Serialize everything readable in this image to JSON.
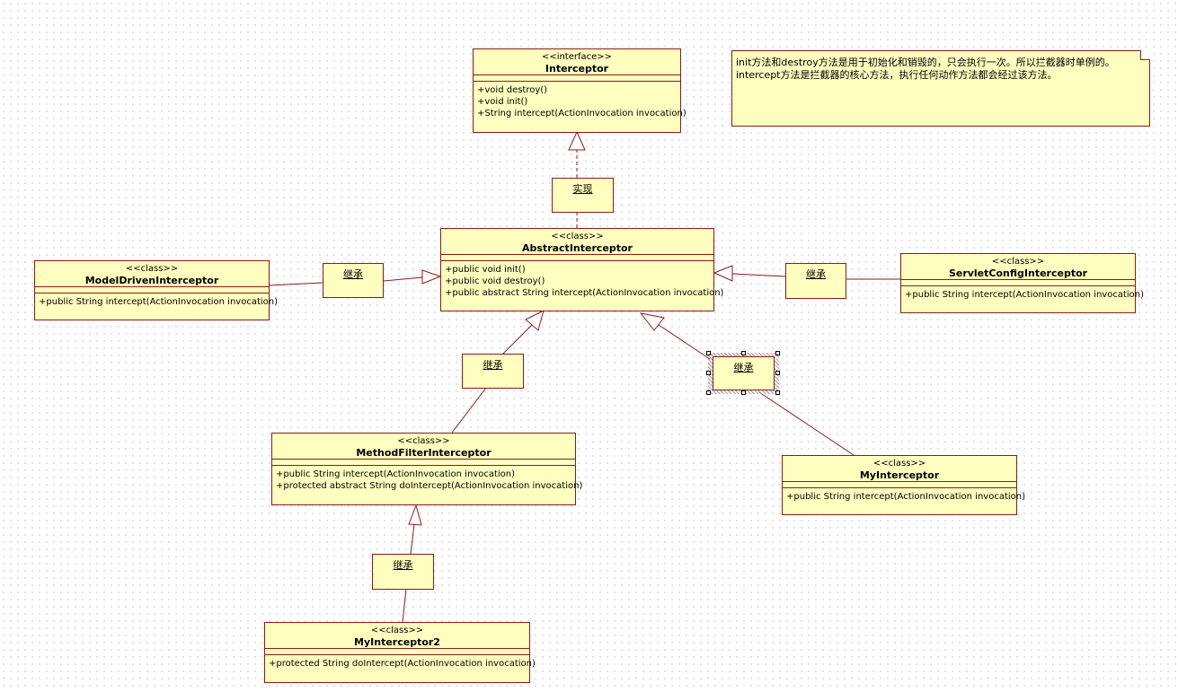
{
  "note": {
    "line1": "init方法和destroy方法是用于初始化和销毁的，只会执行一次。所以拦截器时单例的。",
    "line2": "intercept方法是拦截器的核心方法，执行任何动作方法都会经过该方法。"
  },
  "classes": {
    "interceptor": {
      "stereotype": "<<interface>>",
      "name": "Interceptor",
      "ops": [
        "+void destroy()",
        "+void init()",
        "+String intercept(ActionInvocation invocation)"
      ]
    },
    "abstract": {
      "stereotype": "<<class>>",
      "name": "AbstractInterceptor",
      "ops": [
        "+public void init()",
        "+public void destroy()",
        "+public abstract String intercept(ActionInvocation invocation)"
      ]
    },
    "modeldriven": {
      "stereotype": "<<class>>",
      "name": "ModelDrivenInterceptor",
      "ops": [
        "+public String intercept(ActionInvocation invocation)"
      ]
    },
    "servletconfig": {
      "stereotype": "<<class>>",
      "name": "ServletConfigInterceptor",
      "ops": [
        "+public String intercept(ActionInvocation invocation)"
      ]
    },
    "methodfilter": {
      "stereotype": "<<class>>",
      "name": "MethodFilterInterceptor",
      "ops": [
        "+public String intercept(ActionInvocation invocation)",
        "+protected abstract String doIntercept(ActionInvocation invocation)"
      ]
    },
    "my": {
      "stereotype": "<<class>>",
      "name": "MyInterceptor",
      "ops": [
        "+public String intercept(ActionInvocation invocation)"
      ]
    },
    "my2": {
      "stereotype": "<<class>>",
      "name": "MyInterceptor2",
      "ops": [
        "+protected String doIntercept(ActionInvocation invocation)"
      ]
    }
  },
  "labels": {
    "realize": "实现",
    "inherit_left": "继承",
    "inherit_right": "继承",
    "inherit_mid": "继承",
    "inherit_sel": "继承",
    "inherit_bottom": "继承"
  },
  "colors": {
    "fill": "#ffffc0",
    "border": "#8b1a1a"
  }
}
